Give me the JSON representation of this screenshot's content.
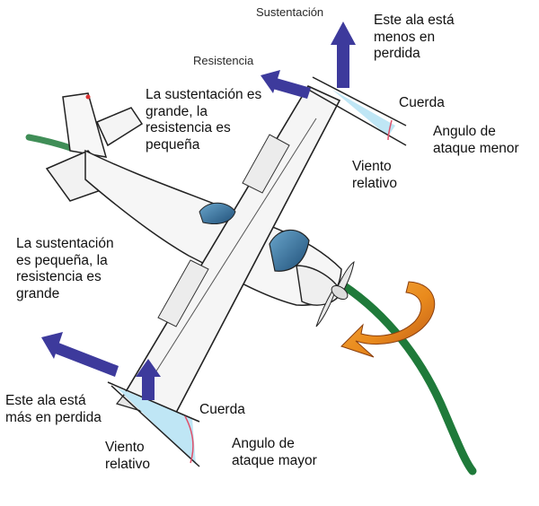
{
  "labels": {
    "lift_small": "Sustentación",
    "drag_small": "Resistencia",
    "right_wing_stall": "Este ala está\nmenos en\nperdida",
    "right_wing_forces": "La sustentación es\ngrande, la\nresistencia es\npequeña",
    "chord_top": "Cuerda",
    "aoa_small": "Angulo de\nataque menor",
    "wind_top": "Viento\nrelativo",
    "left_wing_forces": "La sustentación\nes pequeña, la\nresistencia es\ngrande",
    "left_wing_stall": "Este ala está\nmás en perdida",
    "chord_bottom": "Cuerda",
    "wind_bottom": "Viento\nrelativo",
    "aoa_large": "Angulo de\nataque mayor"
  },
  "colors": {
    "arrow": "#3d3a9c",
    "aoa_fill": "#bfe6f5",
    "aoa_arc": "#e0506a",
    "spin_path": "#1f7a3a",
    "rotation_arrow": "#e98a1c",
    "canopy": "#2f6c9a",
    "outline": "#222222"
  }
}
